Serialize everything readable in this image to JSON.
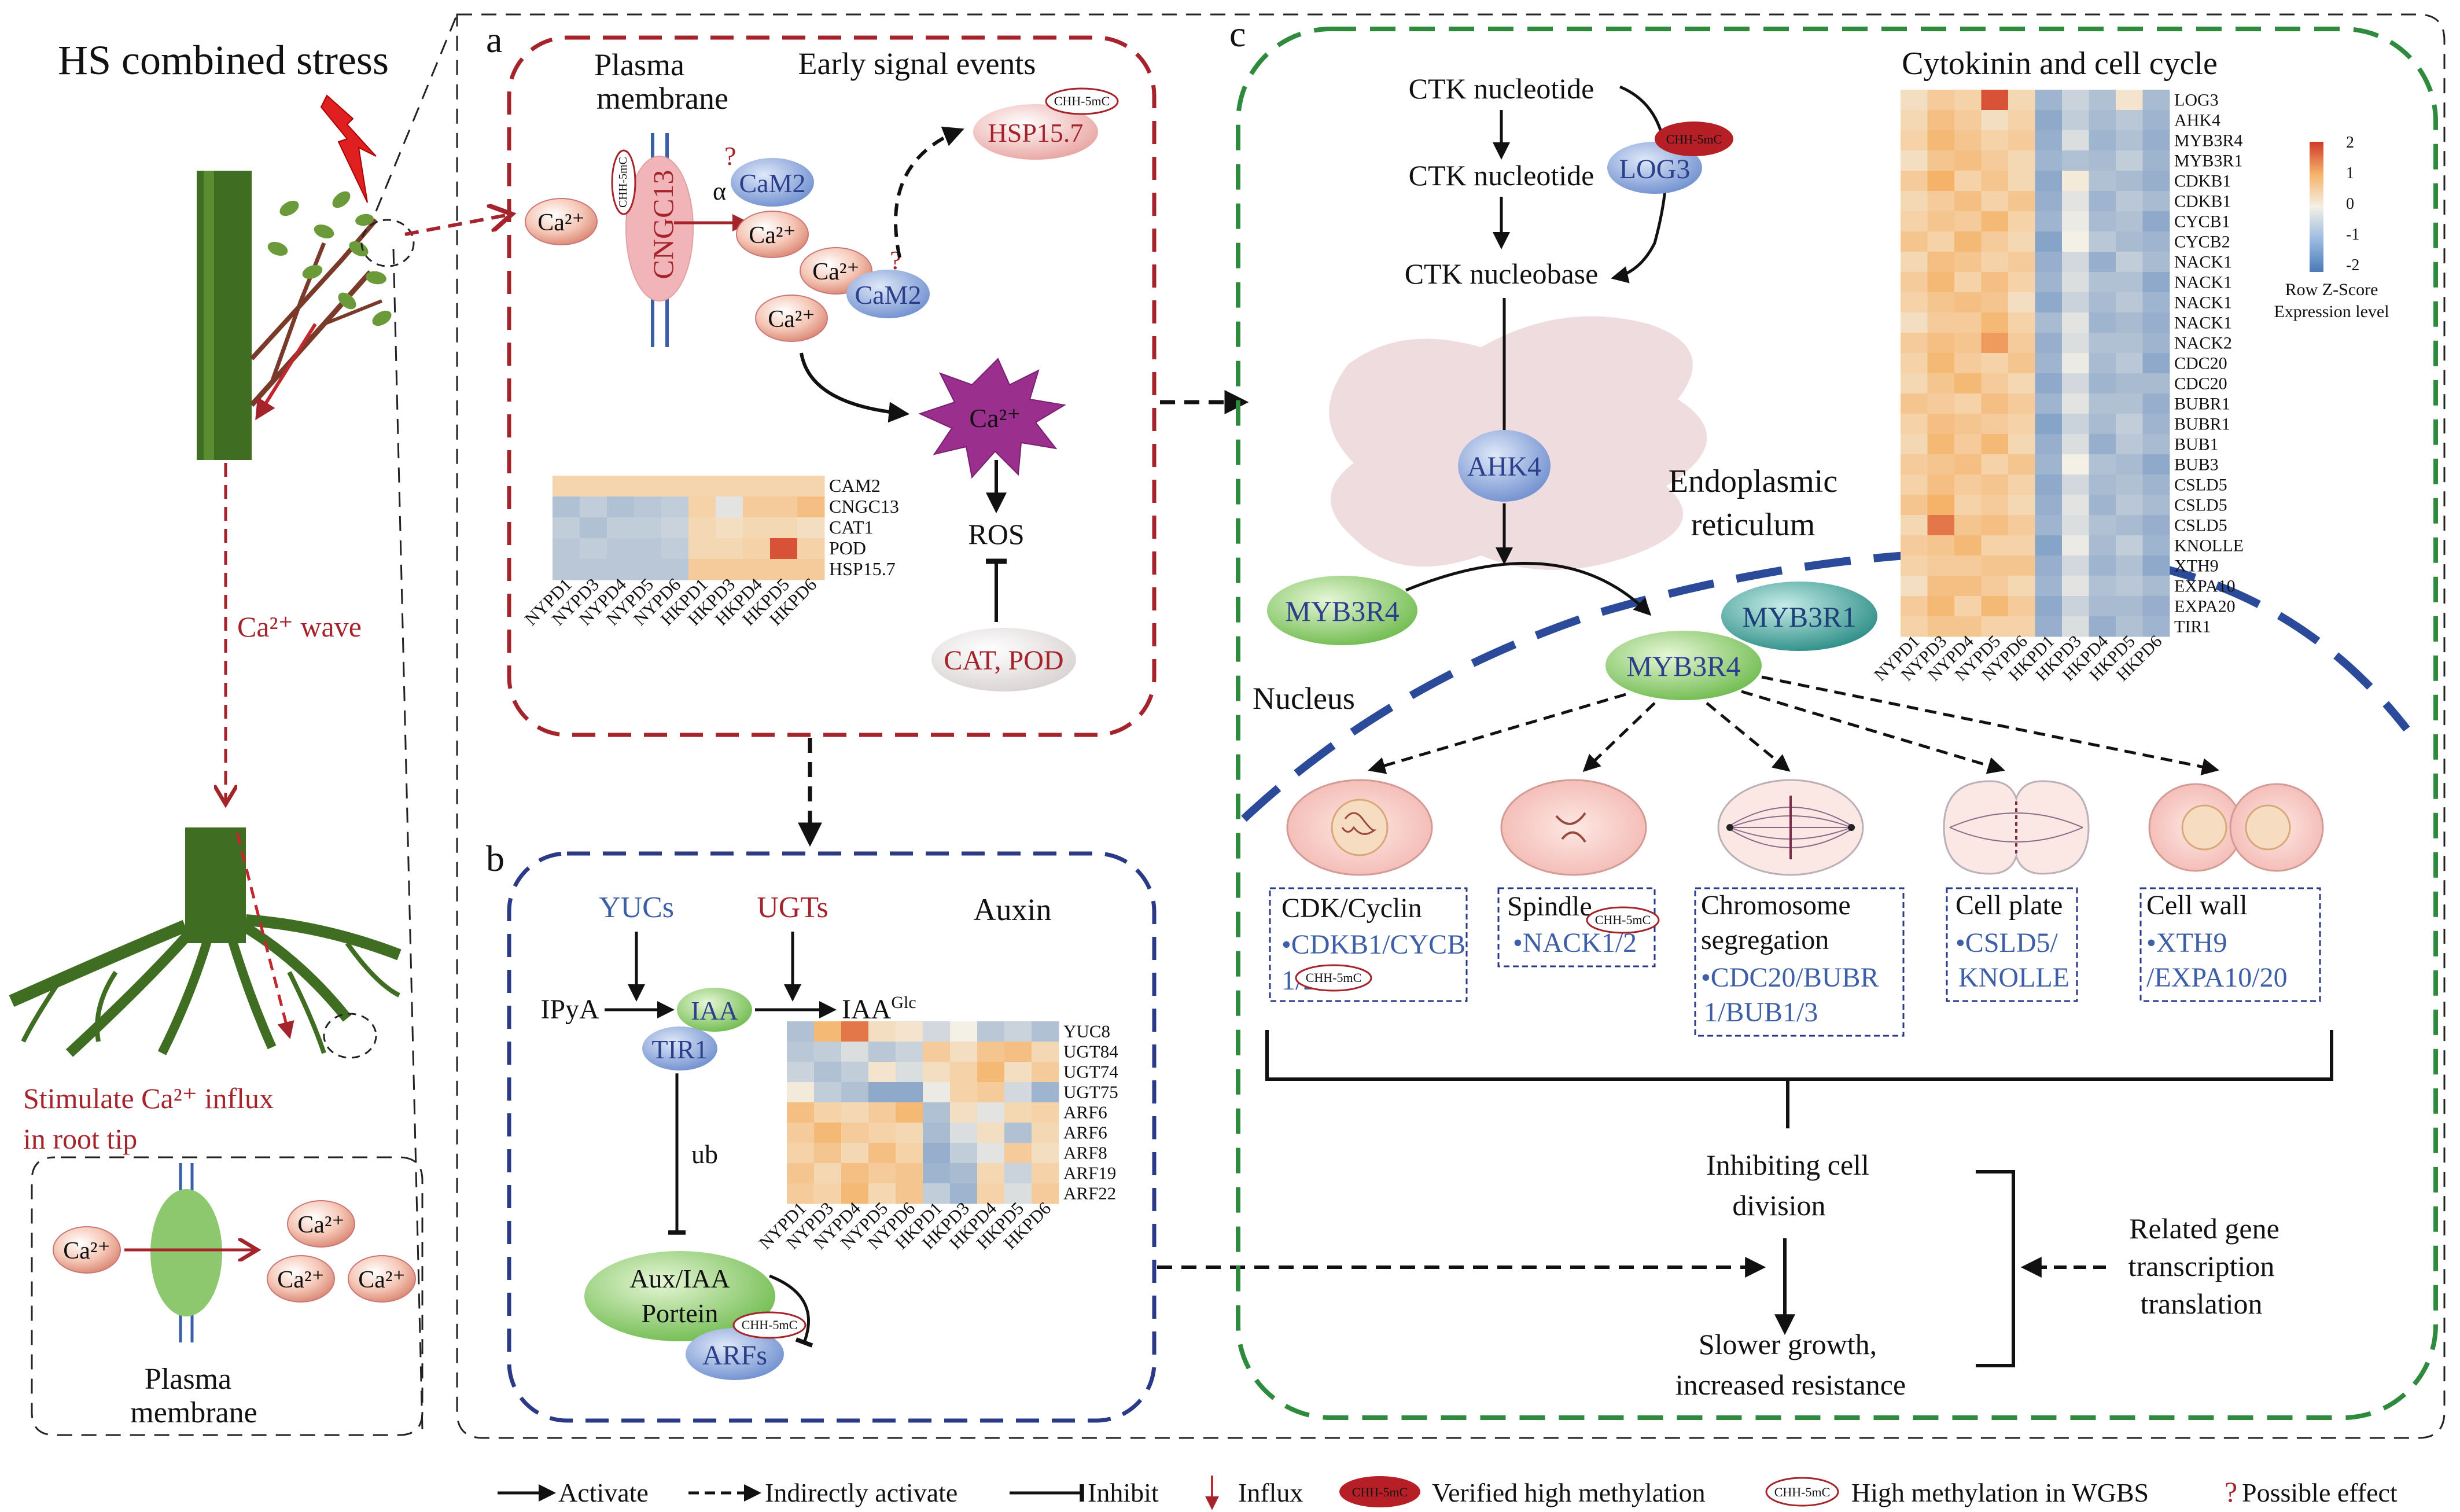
{
  "left": {
    "title": "HS combined stress",
    "wave": "Ca²⁺ wave",
    "stim_line1": "Stimulate Ca²⁺ influx",
    "stim_line2": "in root tip",
    "pm_line1": "Plasma",
    "pm_line2": "membrane",
    "ca": "Ca²⁺"
  },
  "panel_a": {
    "letter": "a",
    "pm_line1": "Plasma",
    "pm_line2": "membrane",
    "early": "Early signal events",
    "channel": "CNGC13",
    "cam2": "CaM2",
    "hsp": "HSP15.7",
    "ca": "Ca²⁺",
    "ros": "ROS",
    "catpod": "CAT, POD",
    "genes": [
      "CAM2",
      "CNGC13",
      "CAT1",
      "POD",
      "HSP15.7"
    ],
    "samples": [
      "NYPD1",
      "NYPD3",
      "NYPD4",
      "NYPD5",
      "NYPD6",
      "HKPD1",
      "HKPD3",
      "HKPD4",
      "HKPD5",
      "HKPD6"
    ],
    "heat": [
      [
        0.45,
        0.45,
        0.45,
        0.45,
        0.45,
        0.45,
        0.45,
        0.45,
        0.45,
        0.45
      ],
      [
        -0.8,
        -0.6,
        -0.8,
        -0.7,
        -0.6,
        0.5,
        -0.2,
        0.6,
        0.6,
        0.8
      ],
      [
        -0.6,
        -0.8,
        -0.6,
        -0.6,
        -0.5,
        0.4,
        0.3,
        0.4,
        0.4,
        0.3
      ],
      [
        -0.7,
        -0.6,
        -0.7,
        -0.7,
        -0.6,
        0.4,
        0.4,
        0.5,
        1.8,
        0.5
      ],
      [
        -0.7,
        -0.7,
        -0.7,
        -0.7,
        -0.7,
        0.6,
        0.6,
        0.6,
        0.6,
        0.6
      ]
    ]
  },
  "panel_b": {
    "letter": "b",
    "yucs": "YUCs",
    "ugts": "UGTs",
    "auxin": "Auxin",
    "ipya": "IPyA",
    "iaa": "IAA",
    "iaa_glc": "IAA",
    "glc_sup": "Glc",
    "tir1": "TIR1",
    "ub": "ub",
    "auxiaa1": "Aux/IAA",
    "auxiaa2": "Portein",
    "arfs": "ARFs",
    "genes": [
      "YUC8",
      "UGT84",
      "UGT74",
      "UGT75",
      "ARF6",
      "ARF6",
      "ARF8",
      "ARF19",
      "ARF22"
    ],
    "samples": [
      "NYPD1",
      "NYPD3",
      "NYPD4",
      "NYPD5",
      "NYPD6",
      "HKPD1",
      "HKPD3",
      "HKPD4",
      "HKPD5",
      "HKPD6"
    ],
    "heat": [
      [
        -0.8,
        0.9,
        1.5,
        0.3,
        0.2,
        -0.4,
        0.0,
        -0.7,
        -0.5,
        -0.8
      ],
      [
        -0.7,
        -0.6,
        -0.3,
        -0.7,
        -0.5,
        0.6,
        0.3,
        0.7,
        0.8,
        0.4
      ],
      [
        -0.5,
        -0.8,
        -0.6,
        0.2,
        -0.3,
        0.3,
        0.5,
        0.9,
        0.3,
        0.6
      ],
      [
        0.1,
        -0.6,
        -0.8,
        -1.2,
        -1.2,
        -0.1,
        0.5,
        0.6,
        -0.4,
        -1.0
      ],
      [
        0.8,
        0.5,
        0.4,
        0.6,
        0.9,
        -0.8,
        0.3,
        -0.2,
        0.4,
        0.5
      ],
      [
        0.6,
        0.9,
        0.6,
        0.5,
        0.4,
        -0.9,
        -0.3,
        0.3,
        -0.8,
        0.4
      ],
      [
        0.5,
        0.7,
        0.4,
        0.8,
        0.5,
        -1.1,
        -0.6,
        -0.2,
        0.6,
        0.3
      ],
      [
        0.7,
        0.4,
        0.8,
        0.6,
        0.7,
        -1.0,
        -0.9,
        0.4,
        -0.5,
        0.5
      ],
      [
        0.6,
        0.5,
        0.9,
        0.4,
        0.7,
        -0.6,
        -1.0,
        0.5,
        -0.3,
        0.6
      ]
    ]
  },
  "panel_c": {
    "letter": "c",
    "ctk1": "CTK nucleotide",
    "ctk2": "CTK nucleotide",
    "ctk3": "CTK nucleobase",
    "log3": "LOG3",
    "ahk4": "AHK4",
    "myb3r4": "MYB3R4",
    "myb3r1": "MYB3R1",
    "er1": "Endoplasmic",
    "er2": "reticulum",
    "nucleus": "Nucleus",
    "heat_title": "Cytokinin and cell cycle",
    "scale_ticks": [
      "2",
      "1",
      "0",
      "-1",
      "-2"
    ],
    "scale_label1": "Row Z-Score",
    "scale_label2": "Expression level",
    "genes": [
      "LOG3",
      "AHK4",
      "MYB3R4",
      "MYB3R1",
      "CDKB1",
      "CDKB1",
      "CYCB1",
      "CYCB2",
      "NACK1",
      "NACK1",
      "NACK1",
      "NACK1",
      "NACK2",
      "CDC20",
      "CDC20",
      "BUBR1",
      "BUBR1",
      "BUB1",
      "BUB3",
      "CSLD5",
      "CSLD5",
      "CSLD5",
      "KNOLLE",
      "XTH9",
      "EXPA10",
      "EXPA20",
      "TIR1"
    ],
    "samples": [
      "NYPD1",
      "NYPD3",
      "NYPD4",
      "NYPD5",
      "NYPD6",
      "HKPD1",
      "HKPD3",
      "HKPD4",
      "HKPD5",
      "HKPD6"
    ],
    "heat": [
      [
        0.3,
        0.6,
        0.5,
        1.8,
        0.4,
        -1.0,
        -0.5,
        -0.8,
        0.2,
        -0.9
      ],
      [
        0.4,
        0.8,
        0.6,
        0.3,
        0.5,
        -1.2,
        -0.6,
        -0.9,
        -0.7,
        -1.0
      ],
      [
        0.5,
        0.9,
        0.7,
        0.5,
        0.6,
        -1.1,
        -0.3,
        -1.0,
        -0.8,
        -1.1
      ],
      [
        0.3,
        0.7,
        0.8,
        0.6,
        0.4,
        -1.0,
        -0.8,
        -0.9,
        -0.6,
        -1.0
      ],
      [
        0.6,
        1.0,
        0.5,
        0.7,
        0.4,
        -1.2,
        0.1,
        -0.8,
        -0.9,
        -1.1
      ],
      [
        0.4,
        0.6,
        0.8,
        0.5,
        0.7,
        -1.1,
        -0.2,
        -1.0,
        -0.7,
        -0.9
      ],
      [
        0.5,
        0.7,
        0.6,
        0.9,
        0.5,
        -1.0,
        -0.1,
        -0.9,
        -0.8,
        -1.2
      ],
      [
        0.7,
        0.5,
        0.9,
        0.6,
        0.4,
        -1.3,
        0.0,
        -0.7,
        -0.9,
        -1.0
      ],
      [
        0.4,
        0.8,
        0.7,
        0.5,
        0.6,
        -1.1,
        -0.4,
        -1.1,
        -0.6,
        -0.9
      ],
      [
        0.6,
        0.9,
        0.5,
        0.8,
        0.5,
        -1.0,
        -0.3,
        -0.8,
        -0.8,
        -1.2
      ],
      [
        0.5,
        0.7,
        0.8,
        0.7,
        0.3,
        -1.2,
        -0.5,
        -0.9,
        -0.7,
        -1.0
      ],
      [
        0.3,
        0.6,
        0.6,
        0.9,
        0.5,
        -0.9,
        -0.2,
        -1.0,
        -0.9,
        -1.1
      ],
      [
        0.6,
        0.8,
        0.7,
        1.2,
        0.6,
        -1.1,
        -0.3,
        -0.8,
        -0.8,
        -1.0
      ],
      [
        0.5,
        0.9,
        0.6,
        0.5,
        0.7,
        -1.0,
        -0.1,
        -0.9,
        -0.7,
        -1.2
      ],
      [
        0.4,
        0.7,
        0.9,
        0.6,
        0.4,
        -1.2,
        -0.4,
        -1.0,
        -0.9,
        -0.9
      ],
      [
        0.7,
        0.6,
        0.5,
        0.8,
        0.6,
        -1.0,
        -0.2,
        -0.8,
        -0.8,
        -1.1
      ],
      [
        0.5,
        0.8,
        0.7,
        0.6,
        0.5,
        -1.3,
        -0.5,
        -0.9,
        -0.6,
        -1.0
      ],
      [
        0.4,
        0.9,
        0.6,
        0.9,
        0.4,
        -1.1,
        -0.3,
        -1.1,
        -0.7,
        -0.9
      ],
      [
        0.6,
        0.7,
        0.8,
        0.5,
        0.7,
        -1.0,
        0.0,
        -0.8,
        -0.9,
        -1.2
      ],
      [
        0.5,
        0.8,
        0.6,
        0.7,
        0.5,
        -1.2,
        -0.4,
        -0.9,
        -0.8,
        -1.0
      ],
      [
        0.7,
        1.0,
        0.5,
        0.6,
        0.4,
        -1.1,
        -0.2,
        -1.0,
        -0.7,
        -0.9
      ],
      [
        0.4,
        1.5,
        0.7,
        0.8,
        0.6,
        -1.0,
        -0.3,
        -0.8,
        -0.9,
        -1.1
      ],
      [
        0.6,
        0.7,
        0.9,
        0.5,
        0.5,
        -1.3,
        -0.1,
        -0.9,
        -0.6,
        -1.0
      ],
      [
        0.5,
        0.6,
        0.6,
        0.7,
        0.7,
        -1.1,
        -0.4,
        -1.0,
        -0.8,
        -1.2
      ],
      [
        0.3,
        0.8,
        0.8,
        0.6,
        0.4,
        -1.0,
        -0.2,
        -0.8,
        -0.7,
        -0.9
      ],
      [
        0.6,
        0.9,
        0.5,
        0.9,
        0.6,
        -1.2,
        -0.5,
        -0.9,
        -0.9,
        -1.1
      ],
      [
        0.5,
        0.7,
        0.7,
        0.5,
        0.5,
        -1.1,
        -0.3,
        -1.1,
        -0.8,
        -1.0
      ]
    ],
    "phases": [
      {
        "title": "CDK/Cyclin",
        "line1": "•CDKB1/CYCB",
        "line2": "1/2"
      },
      {
        "title": "Spindle",
        "line1": "•NACK1/2",
        "line2": ""
      },
      {
        "title": "Chromosome",
        "title2": "segregation",
        "line1": "•CDC20/BUBR",
        "line2": "1/BUB1/3"
      },
      {
        "title": "Cell plate",
        "line1": "•CSLD5/",
        "line2": "KNOLLE"
      },
      {
        "title": "Cell wall",
        "line1": "•XTH9",
        "line2": "/EXPA10/20"
      }
    ],
    "inhibit1": "Inhibiting cell",
    "inhibit2": "division",
    "slower1": "Slower growth,",
    "slower2": "increased resistance",
    "related1": "Related gene",
    "related2": "transcription",
    "related3": "translation"
  },
  "methyl_tag": "CHH-5mC",
  "question": "?",
  "legend": {
    "activate": "Activate",
    "indirect": "Indirectly activate",
    "inhibit": "Inhibit",
    "influx": "Influx",
    "verified": "Verified high methylation",
    "wgbs": "High methylation in WGBS",
    "possible": "Possible effect"
  },
  "colors": {
    "dark_red": "#a5232b",
    "green_dash": "#2e8b3e",
    "navy_dash": "#2b3a87",
    "blue_text": "#3d5fa8",
    "heat_low": "#4a7ab8",
    "heat_mid": "#f4f0e6",
    "heat_high": "#d03a2a"
  }
}
